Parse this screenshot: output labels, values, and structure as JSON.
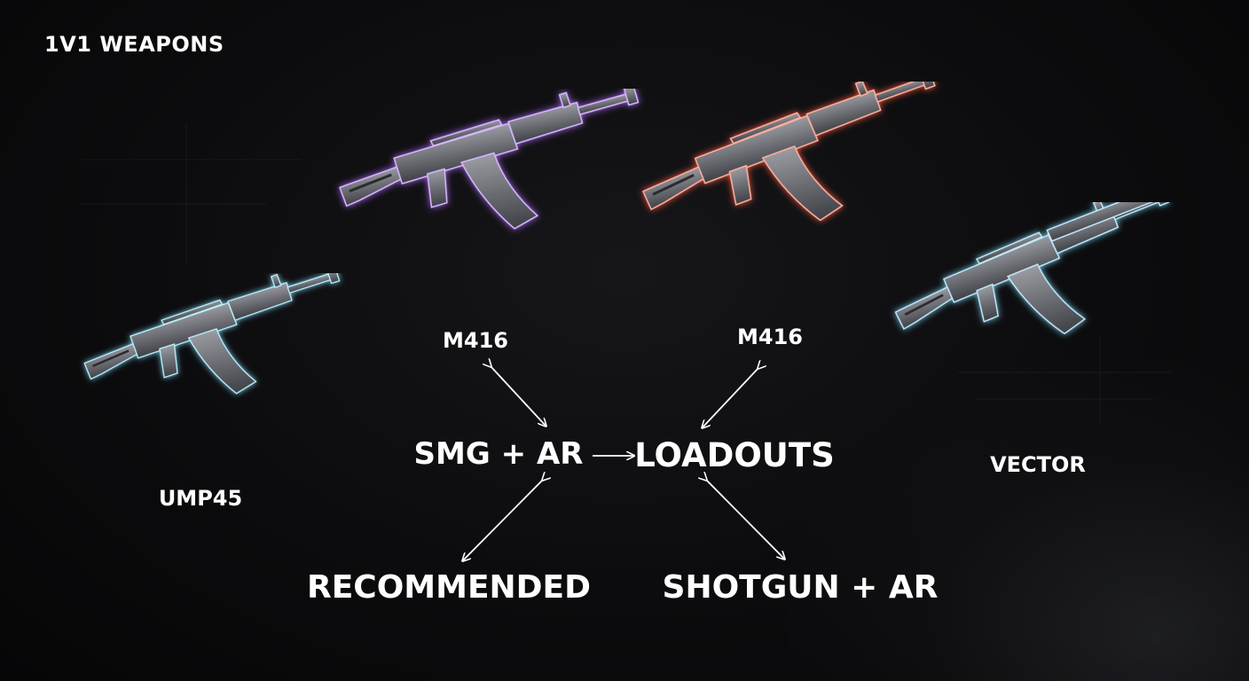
{
  "title": "1V1 WEAPONS",
  "weapons": {
    "left": {
      "name": "UMP45",
      "glow": "#7fe3ff"
    },
    "top_left": {
      "name": "M416",
      "glow": "#b46bff"
    },
    "top_right": {
      "name": "M416",
      "glow": "#ff5a3c"
    },
    "right": {
      "name": "VECTOR",
      "glow": "#86d9ff"
    }
  },
  "diagram": {
    "left_node": "SMG + AR",
    "center_node": "LOADOUTS",
    "bottom_left": "RECOMMENDED",
    "bottom_right": "SHOTGUN + AR"
  },
  "colors": {
    "background": "#0c0c0e",
    "text": "#ffffff",
    "arrow": "#ffffff"
  }
}
